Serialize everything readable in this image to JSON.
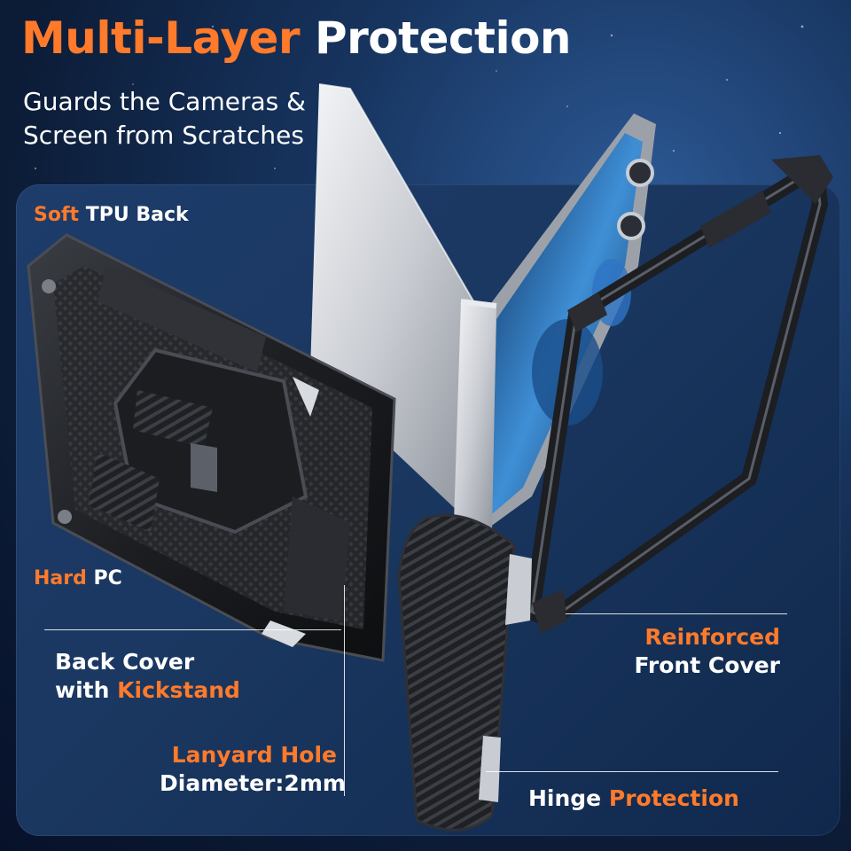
{
  "title": {
    "highlight": "Multi-Layer",
    "rest": "Protection"
  },
  "subtitle": {
    "line1": "Guards the Cameras &",
    "line2": "Screen from Scratches"
  },
  "labels": {
    "soft_tpu": {
      "highlight": "Soft",
      "rest": "TPU Back"
    },
    "hard_pc": {
      "highlight": "Hard",
      "rest": "PC"
    },
    "back_cover": {
      "line1": "Back Cover",
      "line2_prefix": "with",
      "line2_highlight": "Kickstand"
    },
    "reinforced": {
      "line1_highlight": "Reinforced",
      "line2": "Front Cover"
    },
    "lanyard": {
      "line1_highlight": "Lanyard Hole",
      "line2": "Diameter:2mm"
    },
    "hinge": {
      "prefix": "Hinge",
      "highlight": "Protection"
    }
  },
  "colors": {
    "accent": "#ff7a2a",
    "text": "#ffffff",
    "background": "#0c1c37",
    "panel": "#1a3760"
  }
}
